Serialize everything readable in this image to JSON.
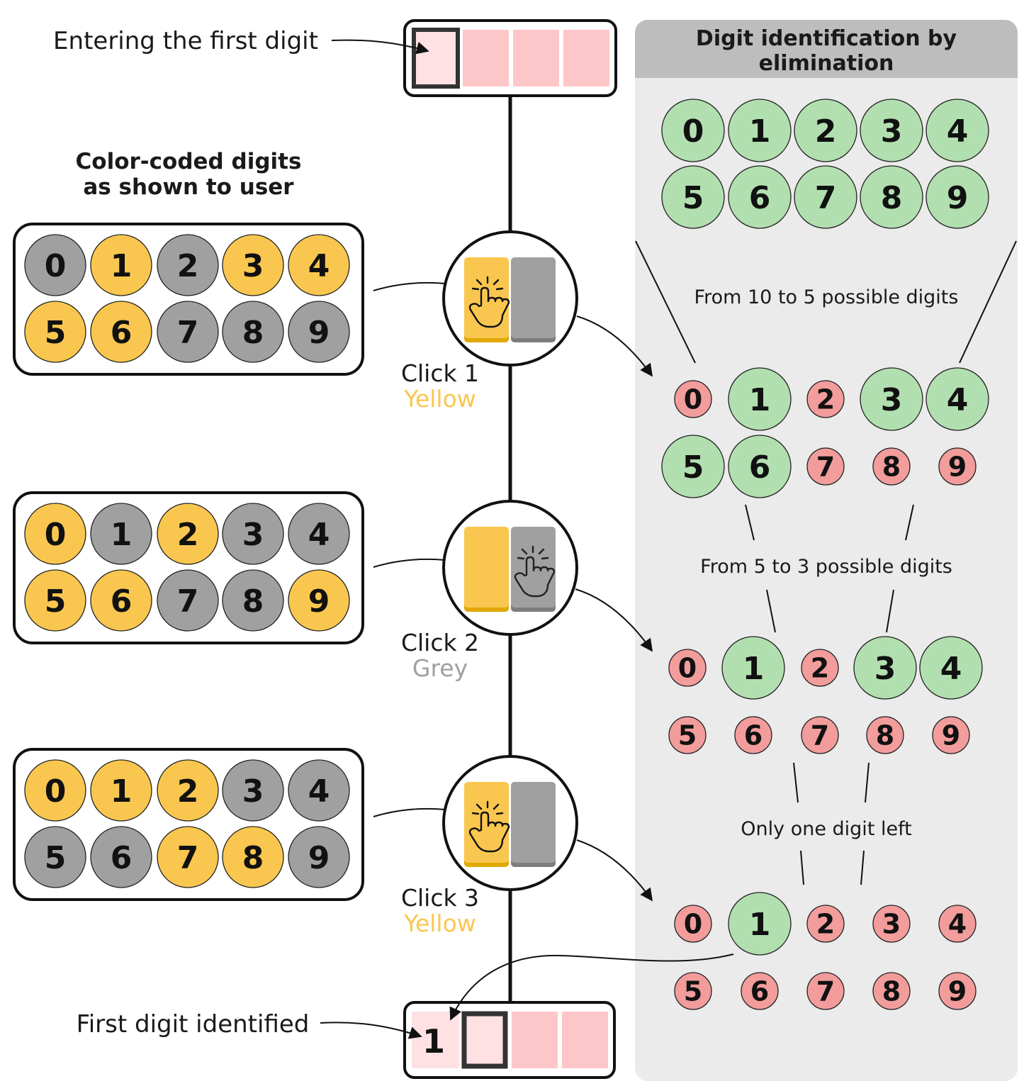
{
  "labels": {
    "entering_first_digit": "Entering the first digit",
    "first_digit_identified": "First digit identified",
    "color_coded_title_line1": "Color-coded digits",
    "color_coded_title_line2": "as shown to user",
    "elimination_title_line1": "Digit identification by",
    "elimination_title_line2": "elimination",
    "step1_caption": "From 10 to 5 possible digits",
    "step2_caption": "From 5 to 3 possible digits",
    "step3_caption": "Only one digit left"
  },
  "colors": {
    "yellow": "#f9c74f",
    "grey": "#a0a0a0",
    "possible_green": "#b2dfb0",
    "eliminated_red": "#f29c9c",
    "pin_cell": "#fdc7c9",
    "pin_cell_active": "#ffe1e4",
    "panel_bg": "#ebebeb",
    "panel_header": "#bdbdbd"
  },
  "pin_top": {
    "cells": [
      "",
      "",
      "",
      ""
    ],
    "active_index": 0
  },
  "pin_bottom": {
    "cells": [
      "1",
      "",
      "",
      ""
    ],
    "active_index": 1
  },
  "initial_digits": {
    "digits": [
      "0",
      "1",
      "2",
      "3",
      "4",
      "5",
      "6",
      "7",
      "8",
      "9"
    ],
    "states": [
      "possible",
      "possible",
      "possible",
      "possible",
      "possible",
      "possible",
      "possible",
      "possible",
      "possible",
      "possible"
    ]
  },
  "clicks": [
    {
      "label": "Click 1",
      "color_name": "Yellow",
      "pressed": "yellow",
      "shown_digits": [
        "0",
        "1",
        "2",
        "3",
        "4",
        "5",
        "6",
        "7",
        "8",
        "9"
      ],
      "shown_colors": [
        "grey",
        "yellow",
        "grey",
        "yellow",
        "yellow",
        "yellow",
        "yellow",
        "grey",
        "grey",
        "grey"
      ],
      "result_states": [
        "eliminated",
        "possible",
        "eliminated",
        "possible",
        "possible",
        "possible",
        "possible",
        "eliminated",
        "eliminated",
        "eliminated"
      ]
    },
    {
      "label": "Click 2",
      "color_name": "Grey",
      "pressed": "grey",
      "shown_digits": [
        "0",
        "1",
        "2",
        "3",
        "4",
        "5",
        "6",
        "7",
        "8",
        "9"
      ],
      "shown_colors": [
        "yellow",
        "grey",
        "yellow",
        "grey",
        "grey",
        "yellow",
        "yellow",
        "grey",
        "grey",
        "yellow"
      ],
      "result_states": [
        "eliminated",
        "possible",
        "eliminated",
        "possible",
        "possible",
        "eliminated",
        "eliminated",
        "eliminated",
        "eliminated",
        "eliminated"
      ]
    },
    {
      "label": "Click 3",
      "color_name": "Yellow",
      "pressed": "yellow",
      "shown_digits": [
        "0",
        "1",
        "2",
        "3",
        "4",
        "5",
        "6",
        "7",
        "8",
        "9"
      ],
      "shown_colors": [
        "yellow",
        "yellow",
        "yellow",
        "grey",
        "grey",
        "grey",
        "grey",
        "yellow",
        "yellow",
        "grey"
      ],
      "result_states": [
        "eliminated",
        "possible",
        "eliminated",
        "eliminated",
        "eliminated",
        "eliminated",
        "eliminated",
        "eliminated",
        "eliminated",
        "eliminated"
      ]
    }
  ]
}
